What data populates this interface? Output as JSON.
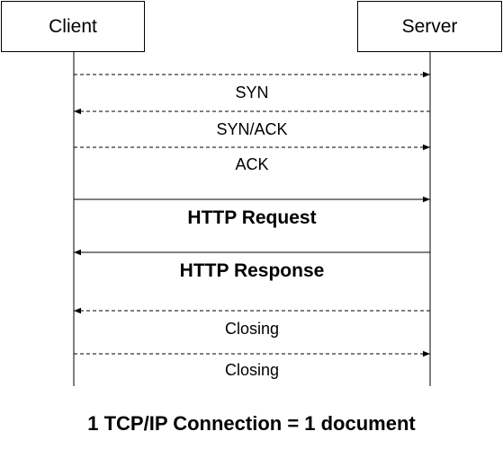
{
  "participants": {
    "client": "Client",
    "server": "Server"
  },
  "messages": [
    {
      "label": "SYN",
      "direction": "client-to-server",
      "style": "dashed"
    },
    {
      "label": "SYN/ACK",
      "direction": "server-to-client",
      "style": "dashed"
    },
    {
      "label": "ACK",
      "direction": "client-to-server",
      "style": "dashed"
    },
    {
      "label": "HTTP Request",
      "direction": "client-to-server",
      "style": "solid"
    },
    {
      "label": "HTTP Response",
      "direction": "server-to-client",
      "style": "solid"
    },
    {
      "label": "Closing",
      "direction": "server-to-client",
      "style": "dashed"
    },
    {
      "label": "Closing",
      "direction": "client-to-server",
      "style": "dashed"
    }
  ],
  "caption": "1 TCP/IP Connection = 1 document",
  "colors": {
    "line": "#000000",
    "background": "#ffffff"
  }
}
